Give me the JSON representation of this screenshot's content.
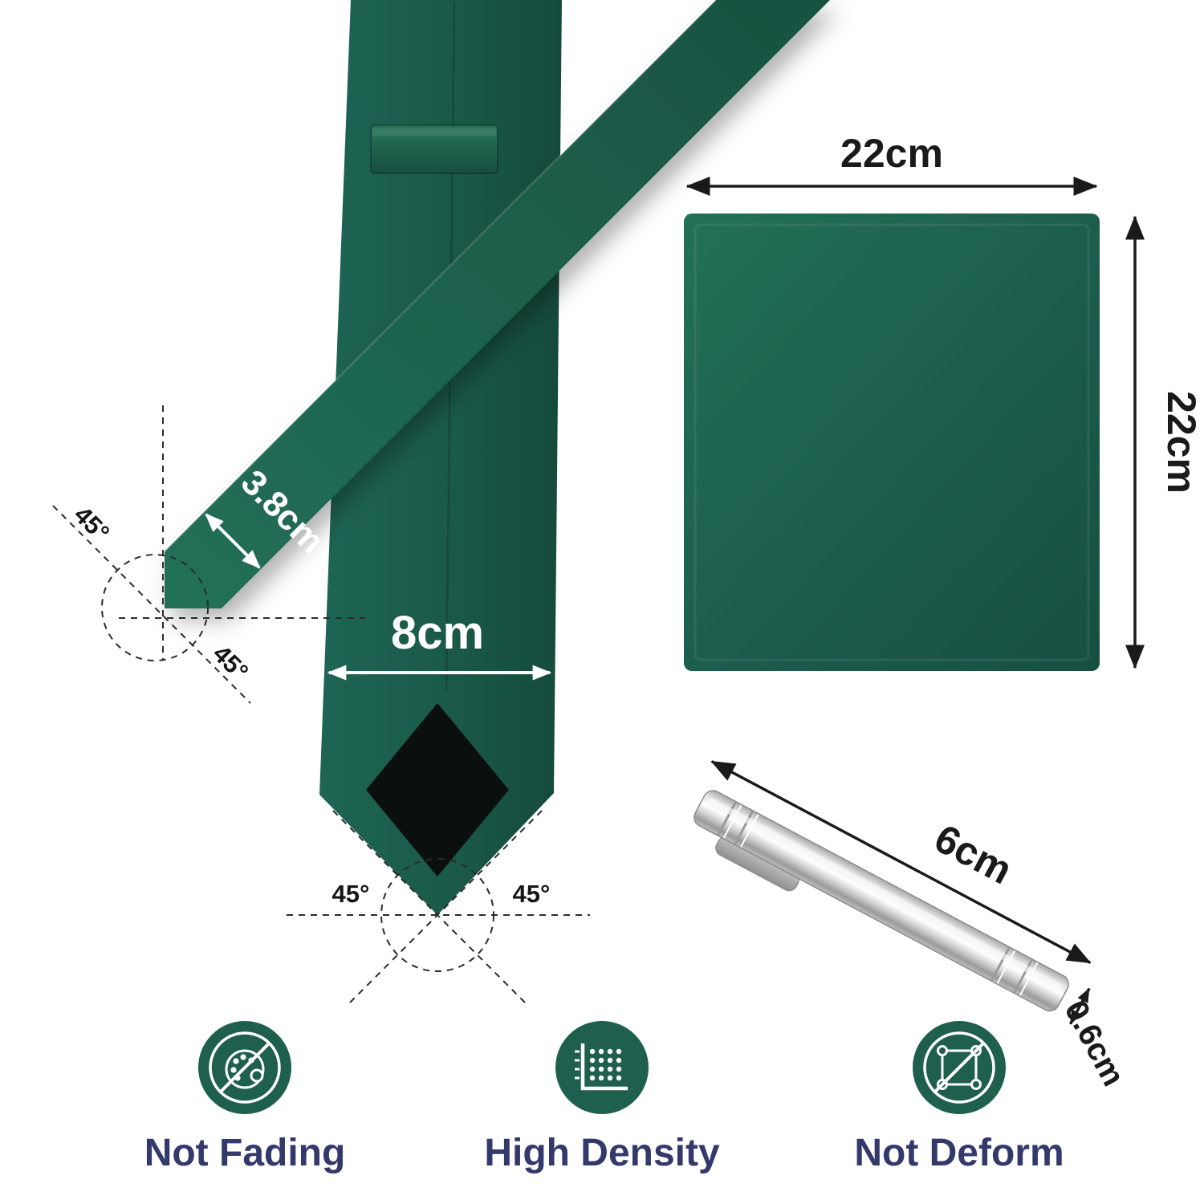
{
  "tie": {
    "tail_width_label": "3.8cm",
    "blade_width_label": "8cm",
    "narrow_tip_angles": [
      "45°",
      "45°"
    ],
    "wide_tip_angles": [
      "45°",
      "45°"
    ]
  },
  "pocket_square": {
    "width_label": "22cm",
    "height_label": "22cm"
  },
  "tie_clip": {
    "length_label": "6cm",
    "thickness_label": "0.6cm"
  },
  "features": [
    {
      "label": "Not Fading",
      "icon": "no-fading-palette-icon"
    },
    {
      "label": "High Density",
      "icon": "high-density-dots-icon"
    },
    {
      "label": "Not Deform",
      "icon": "no-deform-square-icon"
    }
  ],
  "colors": {
    "tie_green": "#1C6150",
    "tie_green_dark": "#164C3E",
    "icon_green": "#1E5F4E",
    "label_navy": "#333A6B",
    "dimension_black": "#1A1A1A",
    "dimension_white": "#FFFFFF",
    "clip_silver": "#D8D8D8",
    "background": "#FFFFFF"
  }
}
